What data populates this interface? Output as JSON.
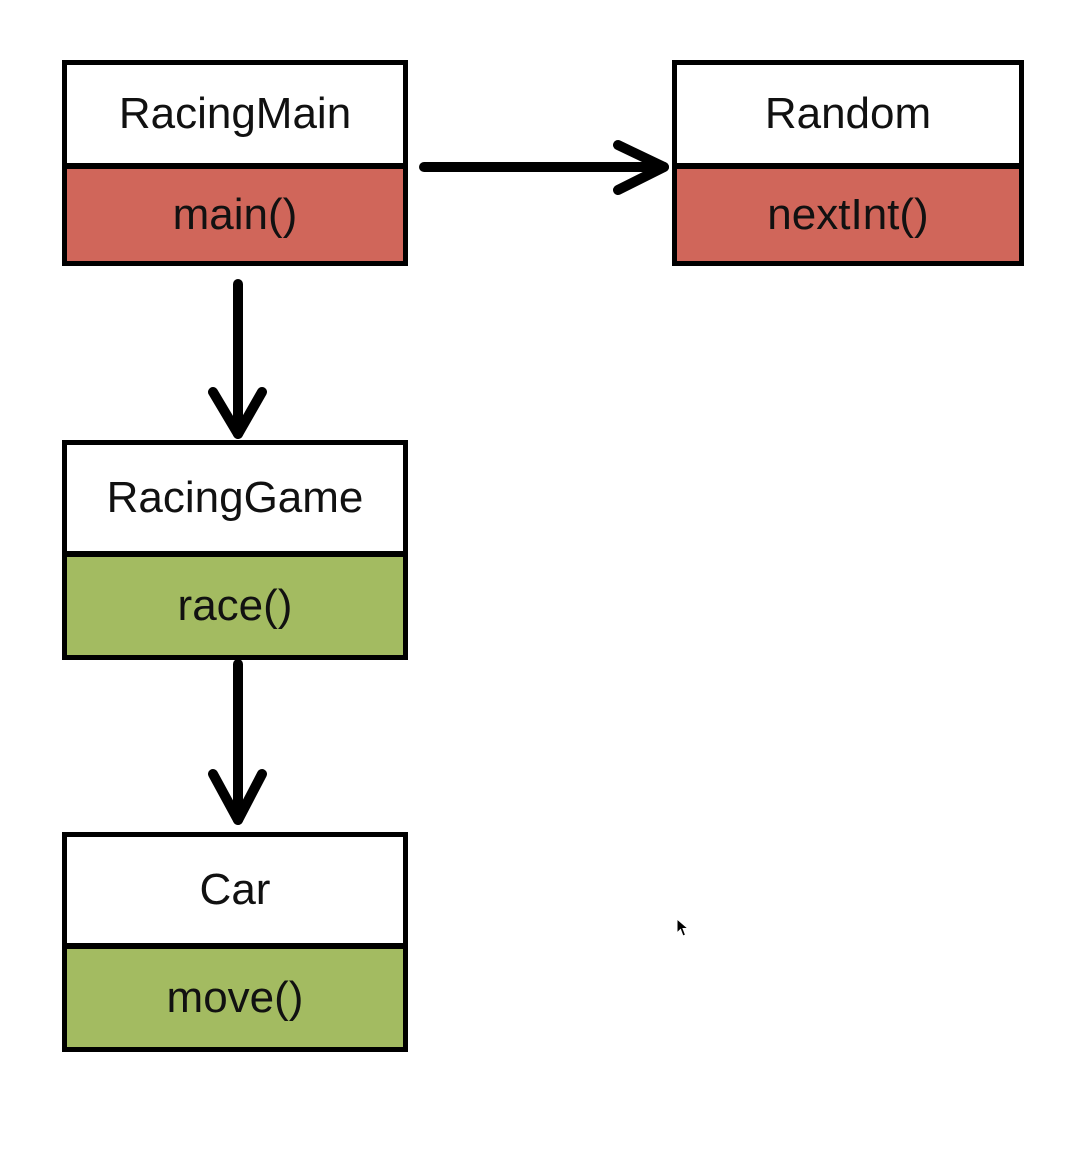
{
  "colors": {
    "static_method": "#d0665a",
    "instance_method": "#a3bb61",
    "border": "#000000",
    "header_bg": "#ffffff"
  },
  "classes": [
    {
      "id": "racingmain",
      "name": "RacingMain",
      "method": "main()",
      "method_color": "#d0665a"
    },
    {
      "id": "random",
      "name": "Random",
      "method": "nextInt()",
      "method_color": "#d0665a"
    },
    {
      "id": "racinggame",
      "name": "RacingGame",
      "method": "race()",
      "method_color": "#a3bb61"
    },
    {
      "id": "car",
      "name": "Car",
      "method": "move()",
      "method_color": "#a3bb61"
    }
  ],
  "edges": [
    {
      "from": "RacingMain",
      "to": "Random"
    },
    {
      "from": "RacingMain",
      "to": "RacingGame"
    },
    {
      "from": "RacingGame",
      "to": "Car"
    }
  ],
  "icons": {
    "cursor": "mouse-pointer-icon"
  }
}
